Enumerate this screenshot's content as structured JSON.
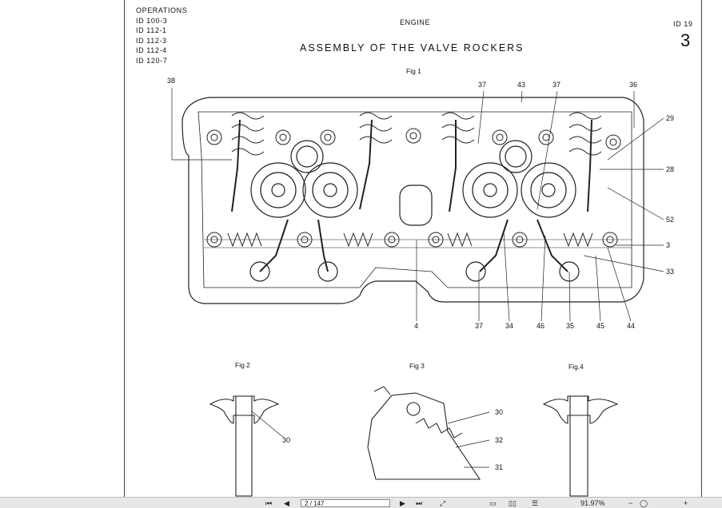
{
  "header": {
    "operations_label": "OPERATIONS",
    "operations": [
      "ID 100-3",
      "ID 112-1",
      "ID 112-3",
      "ID 112-4",
      "ID 120-7"
    ],
    "section": "ENGINE",
    "doc_code": "ID 19",
    "section_number": "3"
  },
  "title": "ASSEMBLY OF THE VALVE ROCKERS",
  "figures": {
    "fig1": {
      "label": "Fig 1",
      "top_callouts": [
        "37",
        "43",
        "37",
        "36"
      ],
      "left_callout": "38",
      "right_callouts": [
        "29",
        "28",
        "52",
        "3",
        "33"
      ],
      "bottom_callouts": [
        "4",
        "37",
        "34",
        "46",
        "35",
        "45",
        "44"
      ]
    },
    "fig2": {
      "label": "Fig 2",
      "callouts": [
        "30"
      ]
    },
    "fig3": {
      "label": "Fig 3",
      "callouts": [
        "30",
        "32",
        "31"
      ]
    },
    "fig4": {
      "label": "Fig.4"
    }
  },
  "toolbar": {
    "page_field": "2 / 147",
    "zoom": "91.97%",
    "icons": [
      "first-page-icon",
      "prev-page-icon",
      "next-page-icon",
      "last-page-icon",
      "fit-page-icon",
      "single-page-icon",
      "two-page-icon",
      "zoom-out-icon",
      "zoom-in-icon"
    ]
  }
}
